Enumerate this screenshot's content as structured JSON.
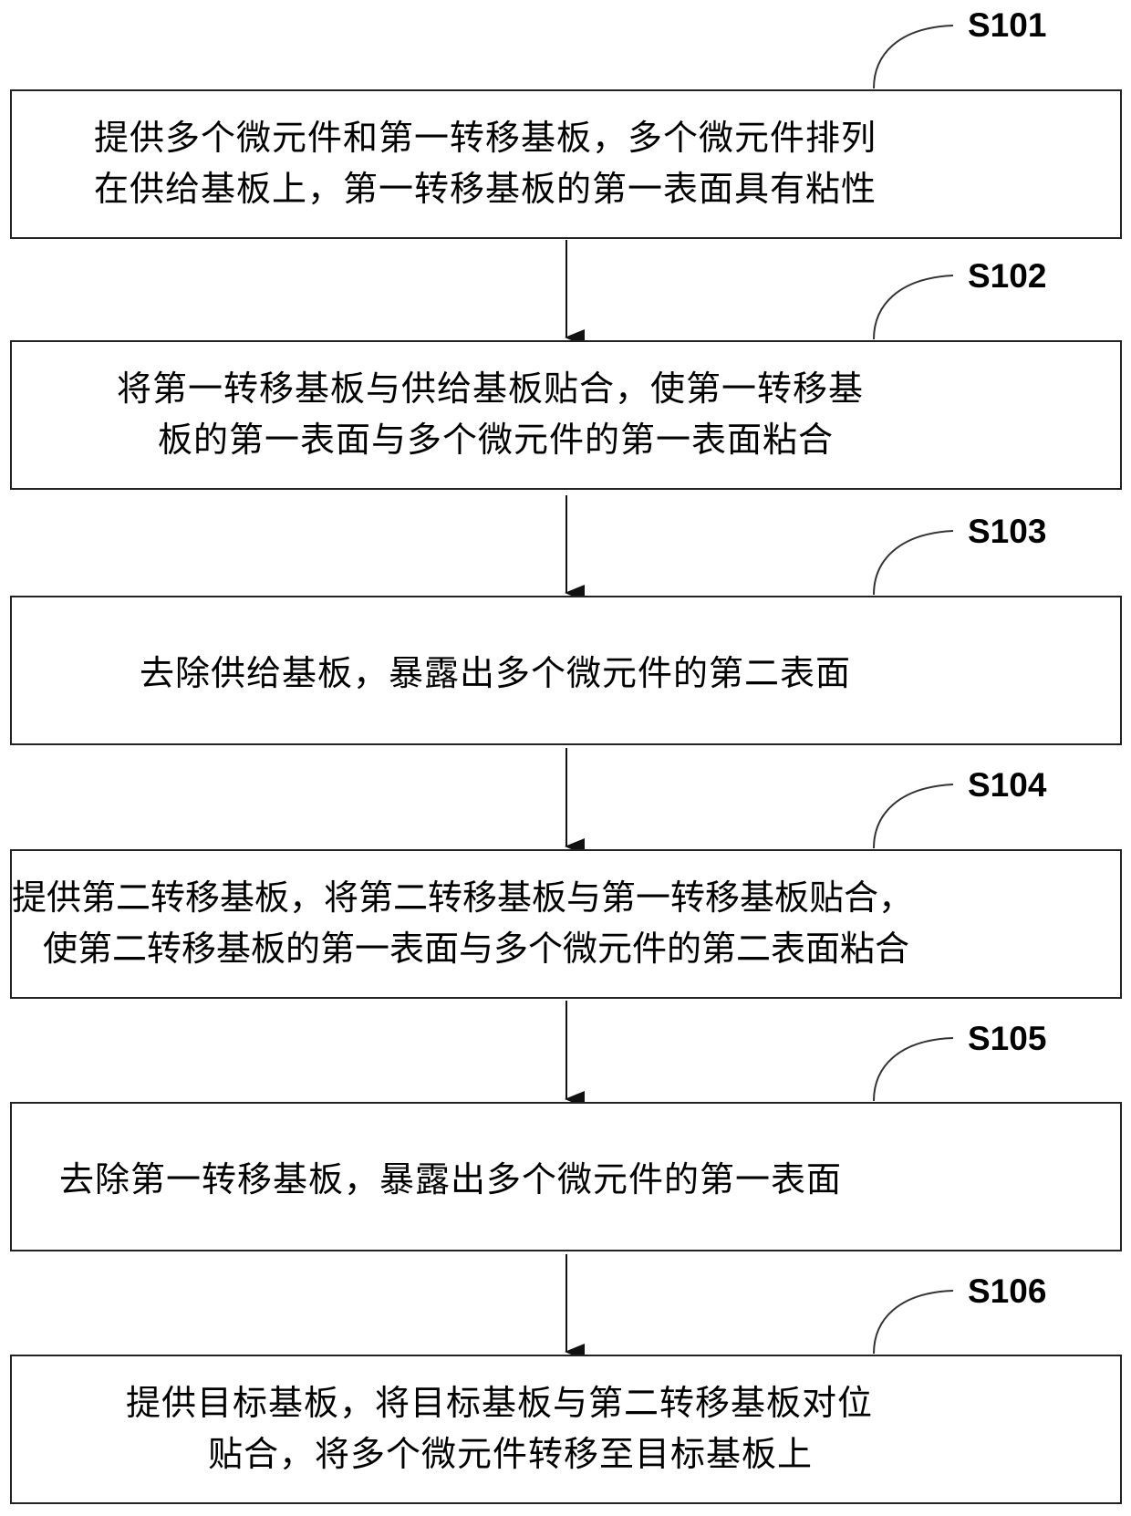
{
  "steps": [
    {
      "label": "S101",
      "lines": [
        "提供多个微元件和第一转移基板，多个微元件排列",
        "在供给基板上，第一转移基板的第一表面具有粘性"
      ]
    },
    {
      "label": "S102",
      "lines": [
        "将第一转移基板与供给基板贴合，使第一转移基",
        "板的第一表面与多个微元件的第一表面粘合"
      ]
    },
    {
      "label": "S103",
      "lines": [
        "去除供给基板，暴露出多个微元件的第二表面"
      ]
    },
    {
      "label": "S104",
      "lines": [
        "提供第二转移基板，将第二转移基板与第一转移基板贴合，",
        "使第二转移基板的第一表面与多个微元件的第二表面粘合"
      ]
    },
    {
      "label": "S105",
      "lines": [
        "去除第一转移基板，暴露出多个微元件的第一表面"
      ]
    },
    {
      "label": "S106",
      "lines": [
        "提供目标基板，将目标基板与第二转移基板对位",
        "贴合，将多个微元件转移至目标基板上"
      ]
    }
  ]
}
